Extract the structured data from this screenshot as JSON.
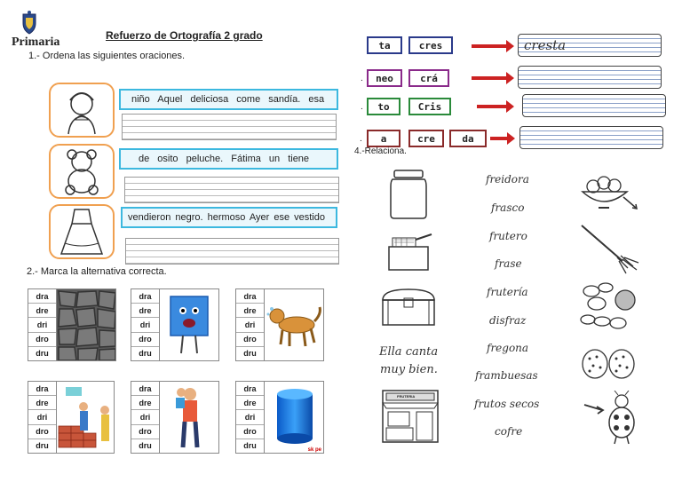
{
  "header": {
    "school": "Primaria",
    "title": "Refuerzo de Ortografía 2 grado"
  },
  "section1": {
    "heading": "1.- Ordena las siguientes oraciones.",
    "sentences": [
      "niño Aquel deliciosa come sandía. esa",
      "de osito peluche. Fátima un tiene",
      "vendieron negro. hermoso Ayer ese vestido"
    ]
  },
  "section2": {
    "heading": "2.- Marca la alternativa correcta.",
    "options": [
      "dra",
      "dre",
      "dri",
      "dro",
      "dru"
    ],
    "watermark": "sk pe"
  },
  "section3": {
    "rows": [
      {
        "syllables": [
          "ta",
          "cres"
        ],
        "answer": "cresta"
      },
      {
        "syllables": [
          "neo",
          "crá"
        ],
        "answer": ""
      },
      {
        "syllables": [
          "to",
          "Cris"
        ],
        "answer": ""
      },
      {
        "syllables": [
          "a",
          "cre",
          "da"
        ],
        "answer": ""
      }
    ]
  },
  "section4": {
    "heading": "4.-Relaciona.",
    "phrase_line1": "Ella canta",
    "phrase_line2": "muy bien.",
    "store_sign": "FRUTERIA",
    "words": [
      "freidora",
      "frasco",
      "frutero",
      "frase",
      "frutería",
      "disfraz",
      "fregona",
      "frambuesas",
      "frutos secos",
      "cofre"
    ]
  }
}
